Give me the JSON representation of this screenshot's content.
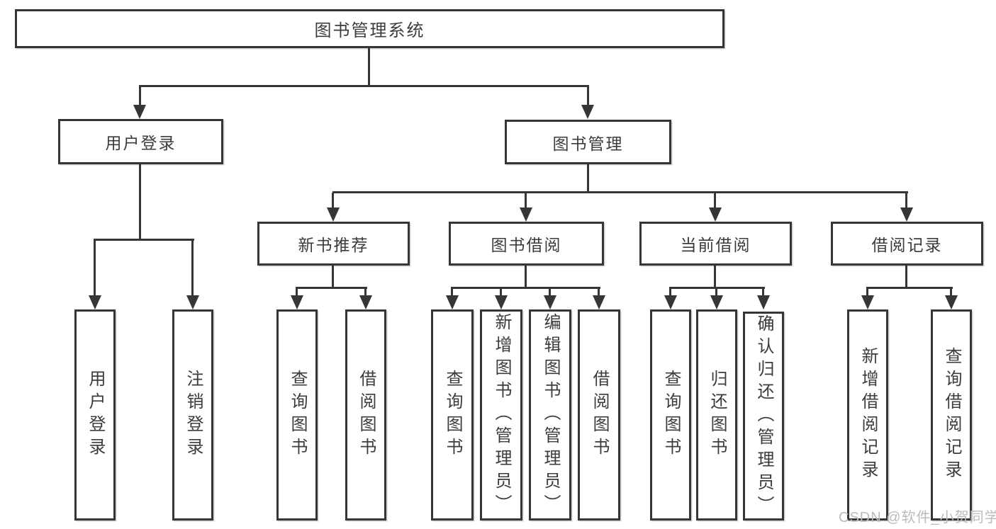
{
  "watermark": {
    "text": "CSDN @软件_小贺同学",
    "color": "#bcbcbc"
  },
  "colors": {
    "line": "#363636",
    "text": "#3c3c3c",
    "background": "#ffffff"
  },
  "tree": {
    "label": "图书管理系统",
    "children": [
      {
        "label": "用户登录",
        "children": [
          {
            "label": "用户登录"
          },
          {
            "label": "注销登录"
          }
        ]
      },
      {
        "label": "图书管理",
        "children": [
          {
            "label": "新书推荐",
            "children": [
              {
                "label": "查询图书"
              },
              {
                "label": "借阅图书"
              }
            ]
          },
          {
            "label": "图书借阅",
            "children": [
              {
                "label": "查询图书"
              },
              {
                "label": "新增图书（管理员）"
              },
              {
                "label": "编辑图书（管理员）"
              },
              {
                "label": "借阅图书"
              }
            ]
          },
          {
            "label": "当前借阅",
            "children": [
              {
                "label": "查询图书"
              },
              {
                "label": "归还图书"
              },
              {
                "label": "确认归还（管理员）"
              }
            ]
          },
          {
            "label": "借阅记录",
            "children": [
              {
                "label": "新增借阅记录"
              },
              {
                "label": "查询借阅记录"
              }
            ]
          }
        ]
      }
    ]
  }
}
